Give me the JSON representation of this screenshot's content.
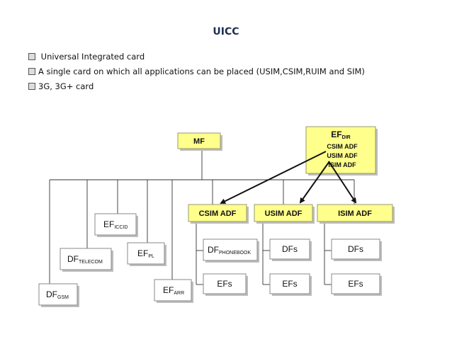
{
  "title": "UICC",
  "bullets": [
    " Universal Integrated card",
    "A single card on which all applications can be placed  (USIM,CSIM,RUIM and SIM)",
    "3G, 3G+ card"
  ],
  "diagram": {
    "mf": "MF",
    "ef_dir": {
      "main": "EF",
      "sub": "DIR",
      "lines": [
        "CSIM ADF",
        "USIM ADF",
        "ISIM ADF"
      ]
    },
    "csim_adf": "CSIM ADF",
    "usim_adf": "USIM ADF",
    "isim_adf": "ISIM ADF",
    "ef_iccid": {
      "main": "EF",
      "sub": "ICCID"
    },
    "df_telecom": {
      "main": "DF",
      "sub": "TELECOM"
    },
    "ef_pl": {
      "main": "EF",
      "sub": "PL"
    },
    "df_gsm": {
      "main": "DF",
      "sub": "GSM"
    },
    "ef_arr": {
      "main": "EF",
      "sub": "ARR"
    },
    "df_phonebook": {
      "main": "DF",
      "sub": "PHONEBOOK"
    },
    "csim_efs": "EFs",
    "usim_dfs": "DFs",
    "usim_efs": "EFs",
    "isim_dfs": "DFs",
    "isim_efs": "EFs"
  },
  "colors": {
    "title": "#1f2d50",
    "yellow_box": "#ffff8c",
    "white_box": "#ffffff"
  }
}
